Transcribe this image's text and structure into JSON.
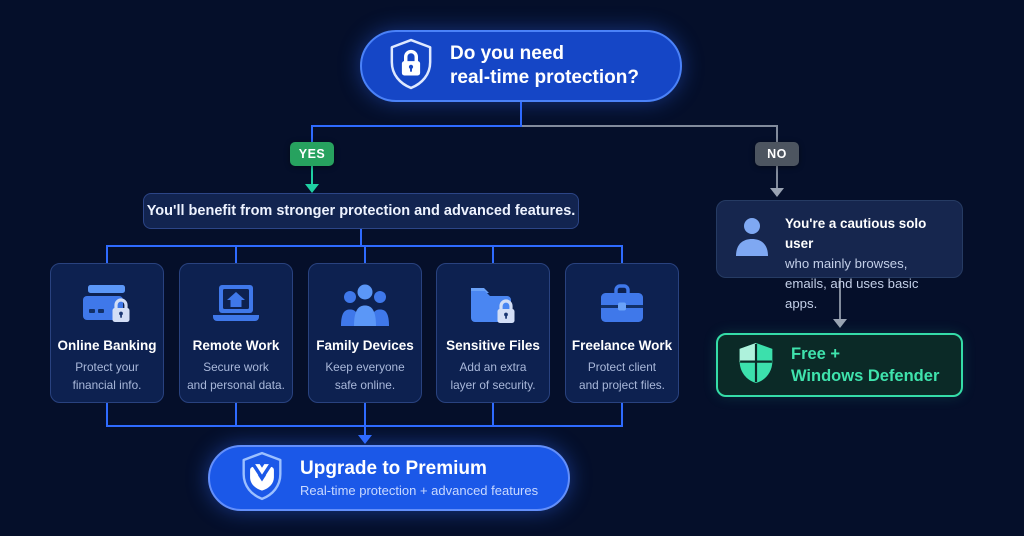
{
  "colors": {
    "background": "#050f2a",
    "accent_blue": "#2f6bff",
    "node_blue_fill": "#1546c6",
    "premium_blue_fill": "#1b58e8",
    "yes_green": "#27a25f",
    "teal_arrow": "#1fd0a3",
    "no_gray": "#4d5560",
    "mint_green": "#3fe3ad",
    "card_fill": "#0d2150"
  },
  "root_question": {
    "icon": "shield-lock-icon",
    "line1": "Do you need",
    "line2": "real-time protection?"
  },
  "branches": {
    "yes_label": "YES",
    "no_label": "NO"
  },
  "yes_path": {
    "benefit_text": "You'll benefit from stronger protection and advanced features.",
    "cards": [
      {
        "icon": "credit-card-lock-icon",
        "title": "Online Banking",
        "desc1": "Protect your",
        "desc2": "financial info."
      },
      {
        "icon": "laptop-home-icon",
        "title": "Remote Work",
        "desc1": "Secure work",
        "desc2": "and personal data."
      },
      {
        "icon": "family-group-icon",
        "title": "Family Devices",
        "desc1": "Keep everyone",
        "desc2": "safe online."
      },
      {
        "icon": "folder-lock-icon",
        "title": "Sensitive Files",
        "desc1": "Add an extra",
        "desc2": "layer of security."
      },
      {
        "icon": "briefcase-icon",
        "title": "Freelance Work",
        "desc1": "Protect client",
        "desc2": "and project files."
      }
    ],
    "result": {
      "icon": "malwarebytes-shield-icon",
      "title": "Upgrade to Premium",
      "subtitle": "Real-time protection + advanced features"
    }
  },
  "no_path": {
    "persona": {
      "icon": "user-icon",
      "line1": "You're a cautious solo user",
      "line2": "who mainly browses,",
      "line3": "emails, and uses basic apps."
    },
    "result": {
      "icon": "windows-defender-shield-icon",
      "line1": "Free +",
      "line2": "Windows Defender"
    }
  }
}
